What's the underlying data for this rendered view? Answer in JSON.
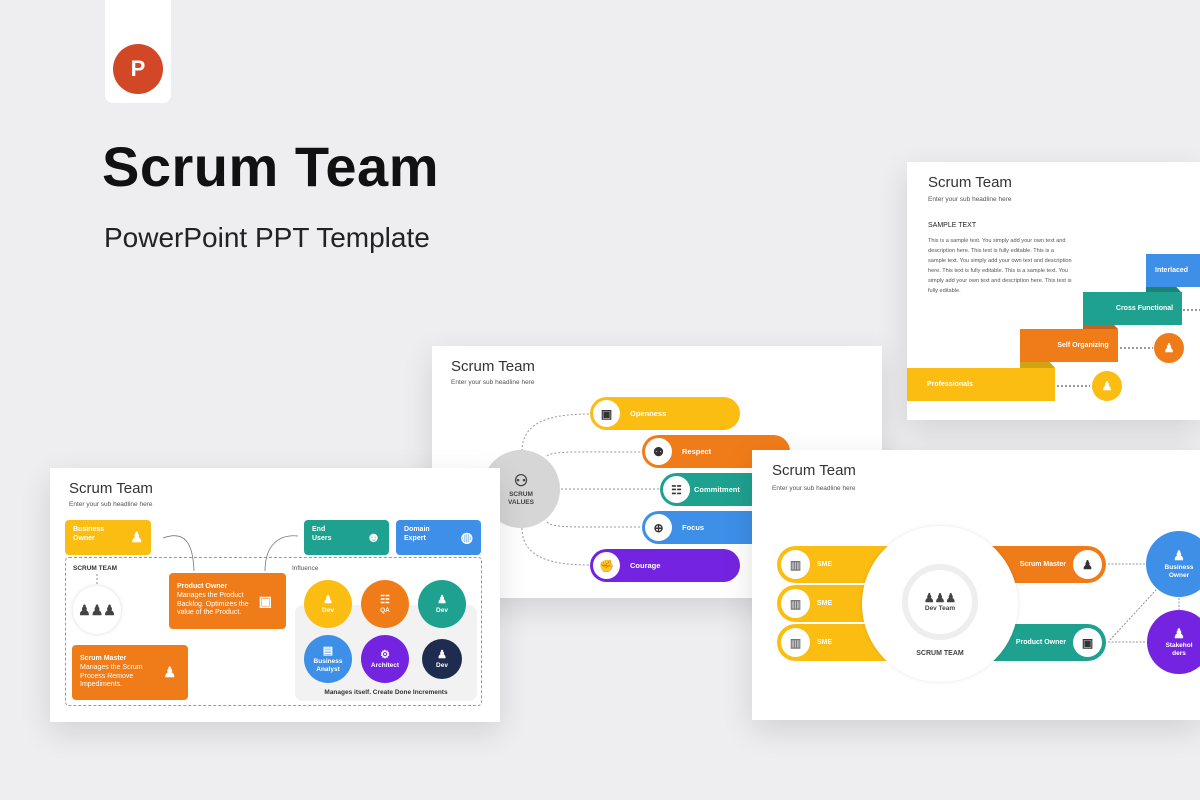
{
  "hero": {
    "title": "Scrum Team",
    "subtitle": "PowerPoint PPT Template",
    "app_icon": "powerpoint-icon",
    "icon_letter": "P"
  },
  "colors": {
    "yellow": "#fbbd12",
    "orange": "#f07c19",
    "teal": "#1fa190",
    "blue": "#3d8fe8",
    "purple": "#7424e0",
    "navy": "#1e2d4f",
    "ppt": "#d24726"
  },
  "slide_title": "Scrum Team",
  "slide_sub": "Enter your sub headline here",
  "values_slide": {
    "center": "SCRUM VALUES",
    "values": [
      "Openness",
      "Respect",
      "Commitment",
      "Focus",
      "Courage"
    ]
  },
  "steps_slide": {
    "heading": "SAMPLE TEXT",
    "paragraph": "This is a sample text. You simply add your own text and description here. This text is fully editable. This is a sample text. You simply add your own text and description here. This text is fully editable.  This is a sample text. You simply add your own text and description here. This text is fully editable.",
    "steps": [
      "Professionals",
      "Self Organizing",
      "Cross Functional",
      "Interlaced"
    ]
  },
  "team_slide": {
    "business_owner": "Business Owner",
    "end_users": "End Users",
    "domain_expert": "Domain Expert",
    "scrum_team": "SCRUM TEAM",
    "influence": "Influence",
    "product_owner": {
      "title": "Product Owner",
      "desc": "Manages the Product Backlog. Optimizes the value of the Product."
    },
    "scrum_master": {
      "title": "Scrum Master",
      "desc": "Manages the Scrum Process Remove Impediments."
    },
    "roles": [
      "Dev",
      "QA",
      "Dev",
      "Business Analyst",
      "Architect",
      "Dev"
    ],
    "caption": "Manages itself. Create Done Increments"
  },
  "dev_slide": {
    "sme": [
      "SME",
      "SME",
      "SME"
    ],
    "dev_team": "Dev Team",
    "scrum_team": "SCRUM TEAM",
    "scrum_master": "Scrum Master",
    "product_owner": "Product Owner",
    "business_owner": "Business Owner",
    "stakeholders": "Stakehol ders"
  }
}
